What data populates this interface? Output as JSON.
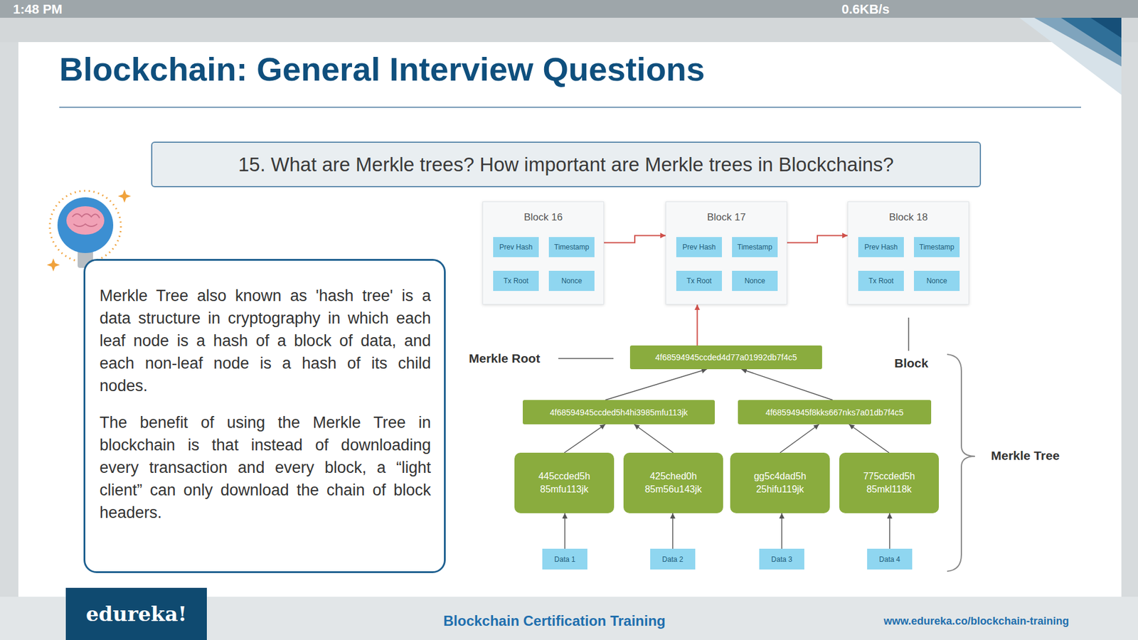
{
  "diagram": {
    "title": "Blockchain: General Interview Questions",
    "nodes": [
      {
        "text": [
          "15. What are Merkle trees? How important are Merkle trees in Blockchains?"
        ]
      },
      {
        "text": [
          "Merkle Tree also known as 'hash tree' is a data structure in cryptography in which each leaf node is a hash of a block of data, and each non-leaf node is a hash of its child nodes.",
          "The benefit of using the Merkle Tree in blockchain is that instead of downloading every transaction and every block, a “light client” can only download the chain of block headers."
        ]
      },
      {
        "text": [
          "Block 16"
        ]
      },
      {
        "text": [
          "Prev Hash"
        ],
        "in": 2
      },
      {
        "text": [
          "Timestamp"
        ],
        "in": 2
      },
      {
        "text": [
          "Tx Root"
        ],
        "in": 2
      },
      {
        "text": [
          "Nonce"
        ],
        "in": 2
      },
      {
        "text": [
          "Block 17"
        ]
      },
      {
        "text": [
          "Prev Hash"
        ],
        "in": 7
      },
      {
        "text": [
          "Timestamp"
        ],
        "in": 7
      },
      {
        "text": [
          "Tx Root"
        ],
        "in": 7
      },
      {
        "text": [
          "Nonce"
        ],
        "in": 7
      },
      {
        "text": [
          "Block 18"
        ]
      },
      {
        "text": [
          "Prev Hash"
        ],
        "in": 12
      },
      {
        "text": [
          "Timestamp"
        ],
        "in": 12
      },
      {
        "text": [
          "Tx Root"
        ],
        "in": 12
      },
      {
        "text": [
          "Nonce"
        ],
        "in": 12
      },
      {
        "text": [
          "4f68594945ccded4d77a01992db7f4c5"
        ]
      },
      {
        "text": [
          "4f68594945ccded5h4hi3985mfu113jk"
        ]
      },
      {
        "text": [
          "4f68594945f8kks667nks7a01db7f4c5"
        ]
      },
      {
        "text": [
          "445ccded5h 85mfu113jk"
        ]
      },
      {
        "text": [
          "425ched0h 85m56u143jk"
        ]
      },
      {
        "text": [
          "gg5c4dad5h 25hifu119jk"
        ]
      },
      {
        "text": [
          "775ccded5h 85mkl118k"
        ]
      },
      {
        "text": [
          "Data 1"
        ]
      },
      {
        "text": [
          "Data 2"
        ]
      },
      {
        "text": [
          "Data 3"
        ]
      },
      {
        "text": [
          "Data 4"
        ]
      },
      {
        "text": [
          "edureka!"
        ]
      }
    ],
    "edges": [
      {
        "from": 2,
        "to": 7,
        "arrow": "to"
      },
      {
        "from": 7,
        "to": 12,
        "arrow": "to"
      },
      {
        "from": 17,
        "to": 7,
        "arrow": "to"
      },
      {
        "from": 18,
        "to": 17,
        "arrow": "to"
      },
      {
        "from": 19,
        "to": 17,
        "arrow": "to"
      },
      {
        "from": 20,
        "to": 18,
        "arrow": "to"
      },
      {
        "from": 21,
        "to": 18,
        "arrow": "to"
      },
      {
        "from": 22,
        "to": 19,
        "arrow": "to"
      },
      {
        "from": 23,
        "to": 19,
        "arrow": "to"
      },
      {
        "from": 24,
        "to": 20,
        "arrow": "to"
      },
      {
        "from": 25,
        "to": 21,
        "arrow": "to"
      },
      {
        "from": 26,
        "to": 22,
        "arrow": "to"
      },
      {
        "from": 27,
        "to": 23,
        "arrow": "to"
      }
    ],
    "labels": [
      "1:48 PM",
      "0.6KB/s",
      "Merkle Root",
      "Block",
      "Merkle Tree",
      "Blockchain Certification Training",
      "www.edureka.co/blockchain-training"
    ]
  }
}
